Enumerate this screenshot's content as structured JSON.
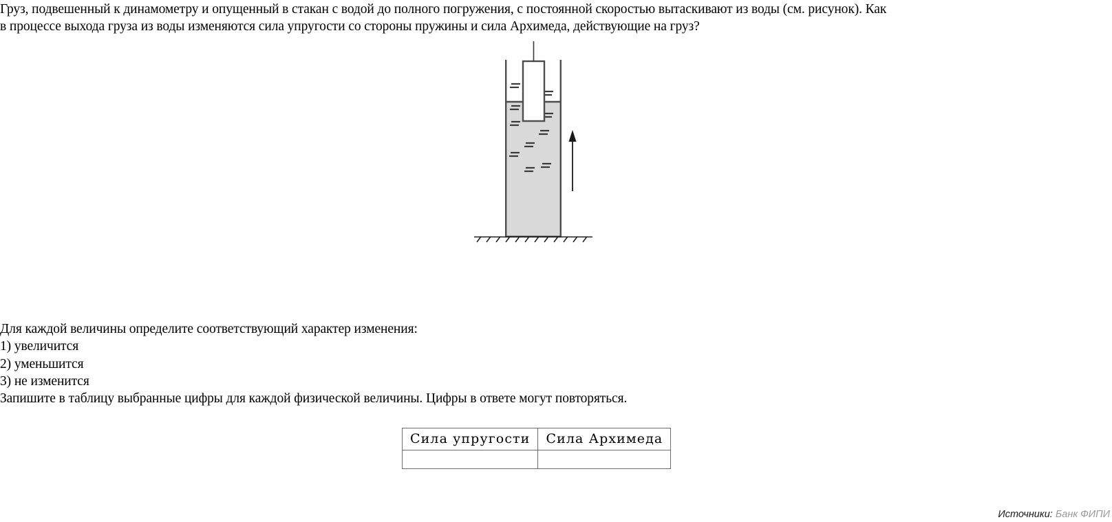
{
  "problem": {
    "statement_line1": "Груз, подвешенный к динамометру и опущенный в стакан с водой до полного погружения, с постоянной скоростью вытаскивают из воды (см. рисунок). Как",
    "statement_line2": "в процессе выхода груза из воды изменяются сила упругости со стороны пружины и сила Архимеда, действующие на груз?"
  },
  "figure": {
    "alt": "Динамометр с пружиной, к которому подвешен груз, частично погружённый в стакан с водой; стрелка вверх показывает направление движения",
    "colors": {
      "water_fill": "#d9d9d9",
      "outline": "#4d4d4d",
      "load_fill": "#ffffff",
      "arrow": "#1a1a1a"
    }
  },
  "instructions": {
    "prompt": "Для каждой величины определите соответствующий характер изменения:",
    "options": [
      "1) увеличится",
      "2) уменьшится",
      "3) не изменится"
    ],
    "note": "Запишите в таблицу выбранные цифры для каждой физической величины. Цифры в ответе могут повторяться."
  },
  "answer_table": {
    "headers": [
      "Сила упругости",
      "Сила Архимеда"
    ],
    "row": [
      "",
      ""
    ]
  },
  "footer": {
    "label": "Источники:",
    "source": "Банк ФИПИ"
  }
}
